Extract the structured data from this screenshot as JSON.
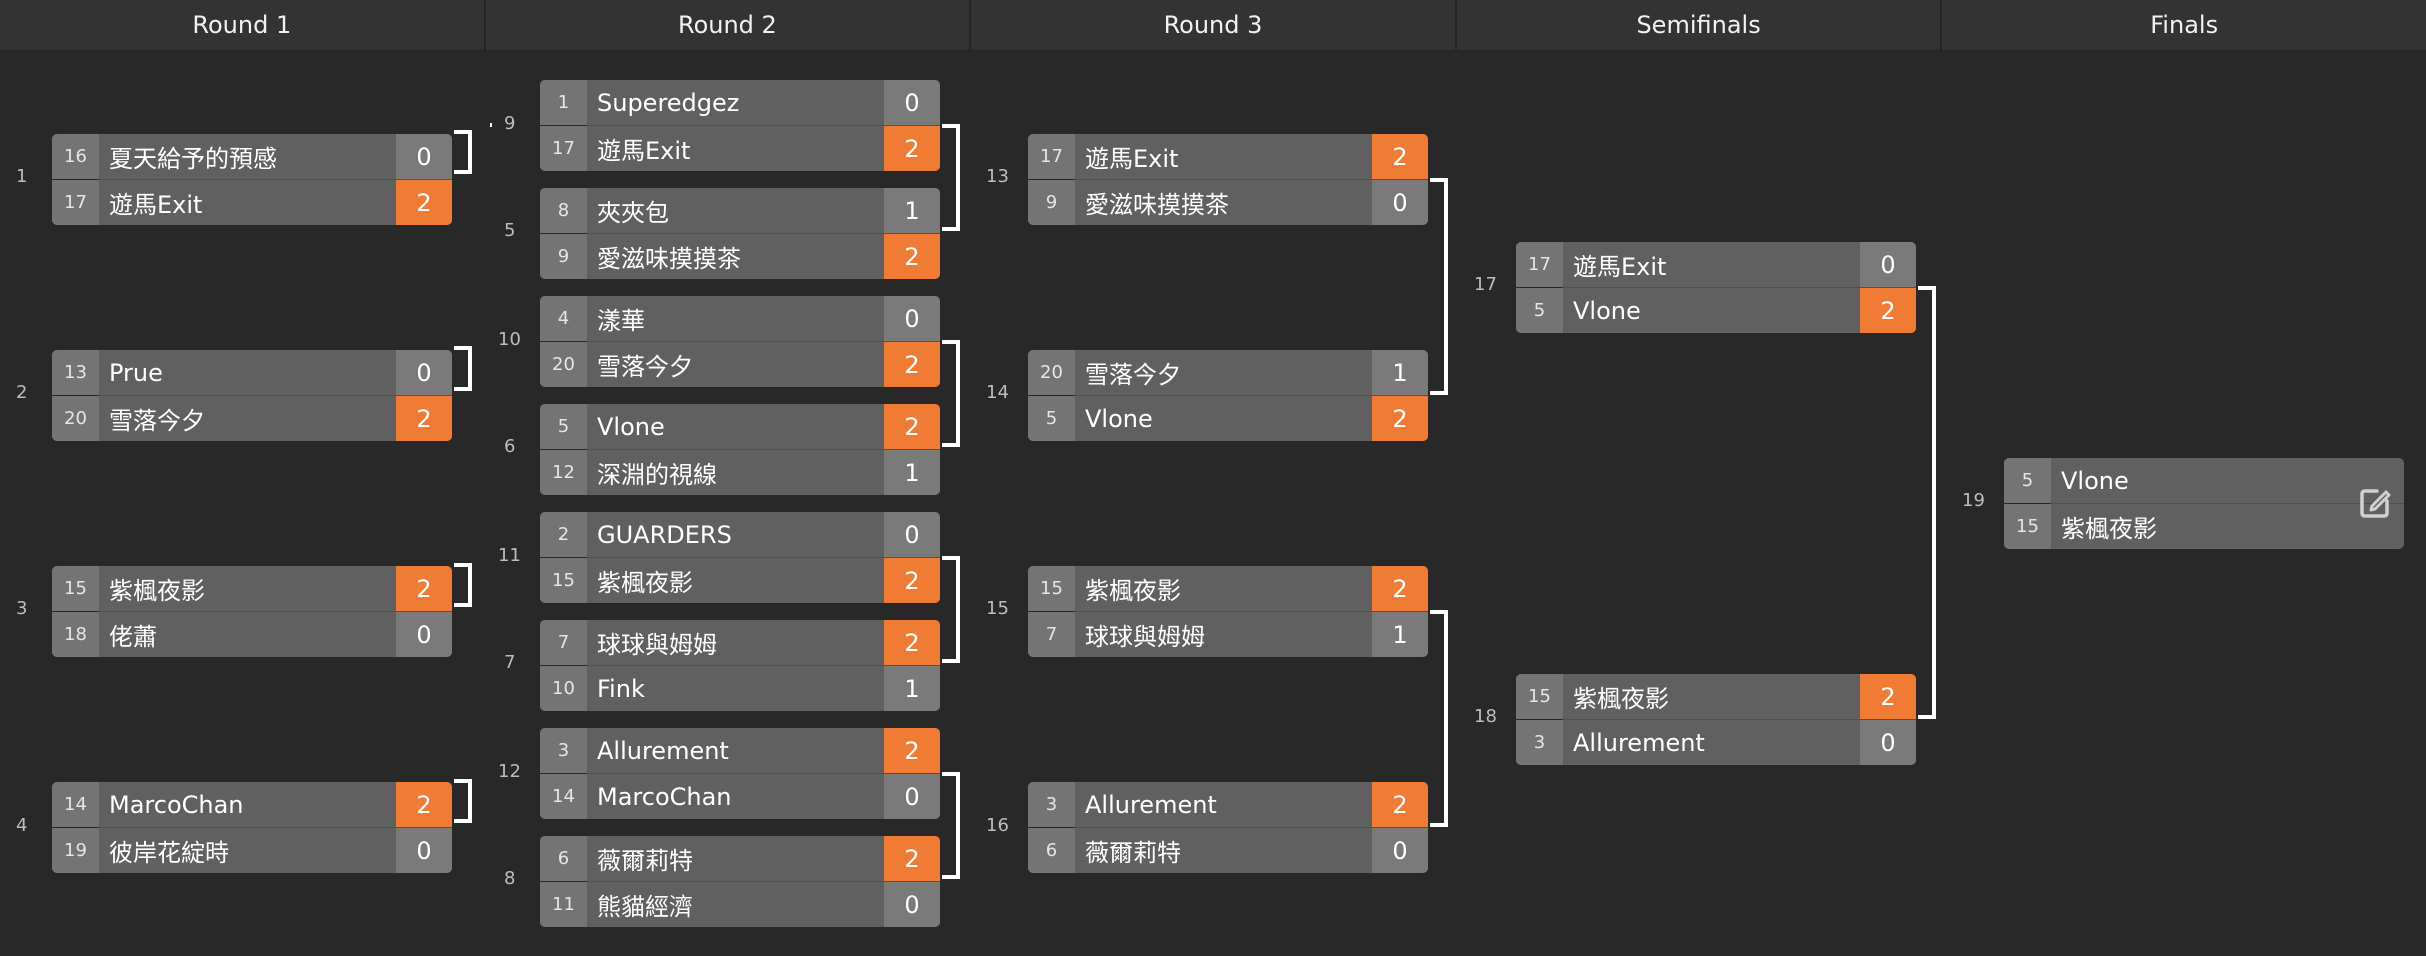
{
  "rounds": [
    "Round 1",
    "Round 2",
    "Round 3",
    "Semifinals",
    "Finals"
  ],
  "match_numbers": {
    "m1": "1",
    "m2": "2",
    "m3": "3",
    "m4": "4",
    "m5": "5",
    "m6": "6",
    "m7": "7",
    "m8": "8",
    "m9": "9",
    "m10": "10",
    "m11": "11",
    "m12": "12",
    "m13": "13",
    "m14": "14",
    "m15": "15",
    "m16": "16",
    "m17": "17",
    "m18": "18",
    "m19": "19"
  },
  "matches": {
    "m1": {
      "top": {
        "seed": "16",
        "name": "夏天給予的預感",
        "score": "0"
      },
      "bottom": {
        "seed": "17",
        "name": "遊馬Exit",
        "score": "2"
      }
    },
    "m2": {
      "top": {
        "seed": "13",
        "name": "Prue",
        "score": "0"
      },
      "bottom": {
        "seed": "20",
        "name": "雪落今夕",
        "score": "2"
      }
    },
    "m3": {
      "top": {
        "seed": "15",
        "name": "紫楓夜影",
        "score": "2"
      },
      "bottom": {
        "seed": "18",
        "name": "佬蕭",
        "score": "0"
      }
    },
    "m4": {
      "top": {
        "seed": "14",
        "name": "MarcoChan",
        "score": "2"
      },
      "bottom": {
        "seed": "19",
        "name": "彼岸花綻時",
        "score": "0"
      }
    },
    "m9": {
      "top": {
        "seed": "1",
        "name": "Superedgez",
        "score": "0"
      },
      "bottom": {
        "seed": "17",
        "name": "遊馬Exit",
        "score": "2"
      }
    },
    "m5": {
      "top": {
        "seed": "8",
        "name": "夾夾包",
        "score": "1"
      },
      "bottom": {
        "seed": "9",
        "name": "愛滋味摸摸茶",
        "score": "2"
      }
    },
    "m10": {
      "top": {
        "seed": "4",
        "name": "漾華",
        "score": "0"
      },
      "bottom": {
        "seed": "20",
        "name": "雪落今夕",
        "score": "2"
      }
    },
    "m6": {
      "top": {
        "seed": "5",
        "name": "Vlone",
        "score": "2"
      },
      "bottom": {
        "seed": "12",
        "name": "深淵的視線",
        "score": "1"
      }
    },
    "m11": {
      "top": {
        "seed": "2",
        "name": "GUARDERS",
        "score": "0"
      },
      "bottom": {
        "seed": "15",
        "name": "紫楓夜影",
        "score": "2"
      }
    },
    "m7": {
      "top": {
        "seed": "7",
        "name": "球球與姆姆",
        "score": "2"
      },
      "bottom": {
        "seed": "10",
        "name": "Fink",
        "score": "1"
      }
    },
    "m12": {
      "top": {
        "seed": "3",
        "name": "Allurement",
        "score": "2"
      },
      "bottom": {
        "seed": "14",
        "name": "MarcoChan",
        "score": "0"
      }
    },
    "m8": {
      "top": {
        "seed": "6",
        "name": "薇爾莉特",
        "score": "2"
      },
      "bottom": {
        "seed": "11",
        "name": "熊貓經濟",
        "score": "0"
      }
    },
    "m13": {
      "top": {
        "seed": "17",
        "name": "遊馬Exit",
        "score": "2"
      },
      "bottom": {
        "seed": "9",
        "name": "愛滋味摸摸茶",
        "score": "0"
      }
    },
    "m14": {
      "top": {
        "seed": "20",
        "name": "雪落今夕",
        "score": "1"
      },
      "bottom": {
        "seed": "5",
        "name": "Vlone",
        "score": "2"
      }
    },
    "m15": {
      "top": {
        "seed": "15",
        "name": "紫楓夜影",
        "score": "2"
      },
      "bottom": {
        "seed": "7",
        "name": "球球與姆姆",
        "score": "1"
      }
    },
    "m16": {
      "top": {
        "seed": "3",
        "name": "Allurement",
        "score": "2"
      },
      "bottom": {
        "seed": "6",
        "name": "薇爾莉特",
        "score": "0"
      }
    },
    "m17": {
      "top": {
        "seed": "17",
        "name": "遊馬Exit",
        "score": "0"
      },
      "bottom": {
        "seed": "5",
        "name": "Vlone",
        "score": "2"
      }
    },
    "m18": {
      "top": {
        "seed": "15",
        "name": "紫楓夜影",
        "score": "2"
      },
      "bottom": {
        "seed": "3",
        "name": "Allurement",
        "score": "0"
      }
    },
    "m19": {
      "top": {
        "seed": "5",
        "name": "Vlone",
        "score": ""
      },
      "bottom": {
        "seed": "15",
        "name": "紫楓夜影",
        "score": ""
      }
    }
  },
  "colors": {
    "win": "#ef7b34",
    "score": "#7a7a7a",
    "background": "#282828"
  },
  "icons": {
    "edit": "edit-icon"
  }
}
